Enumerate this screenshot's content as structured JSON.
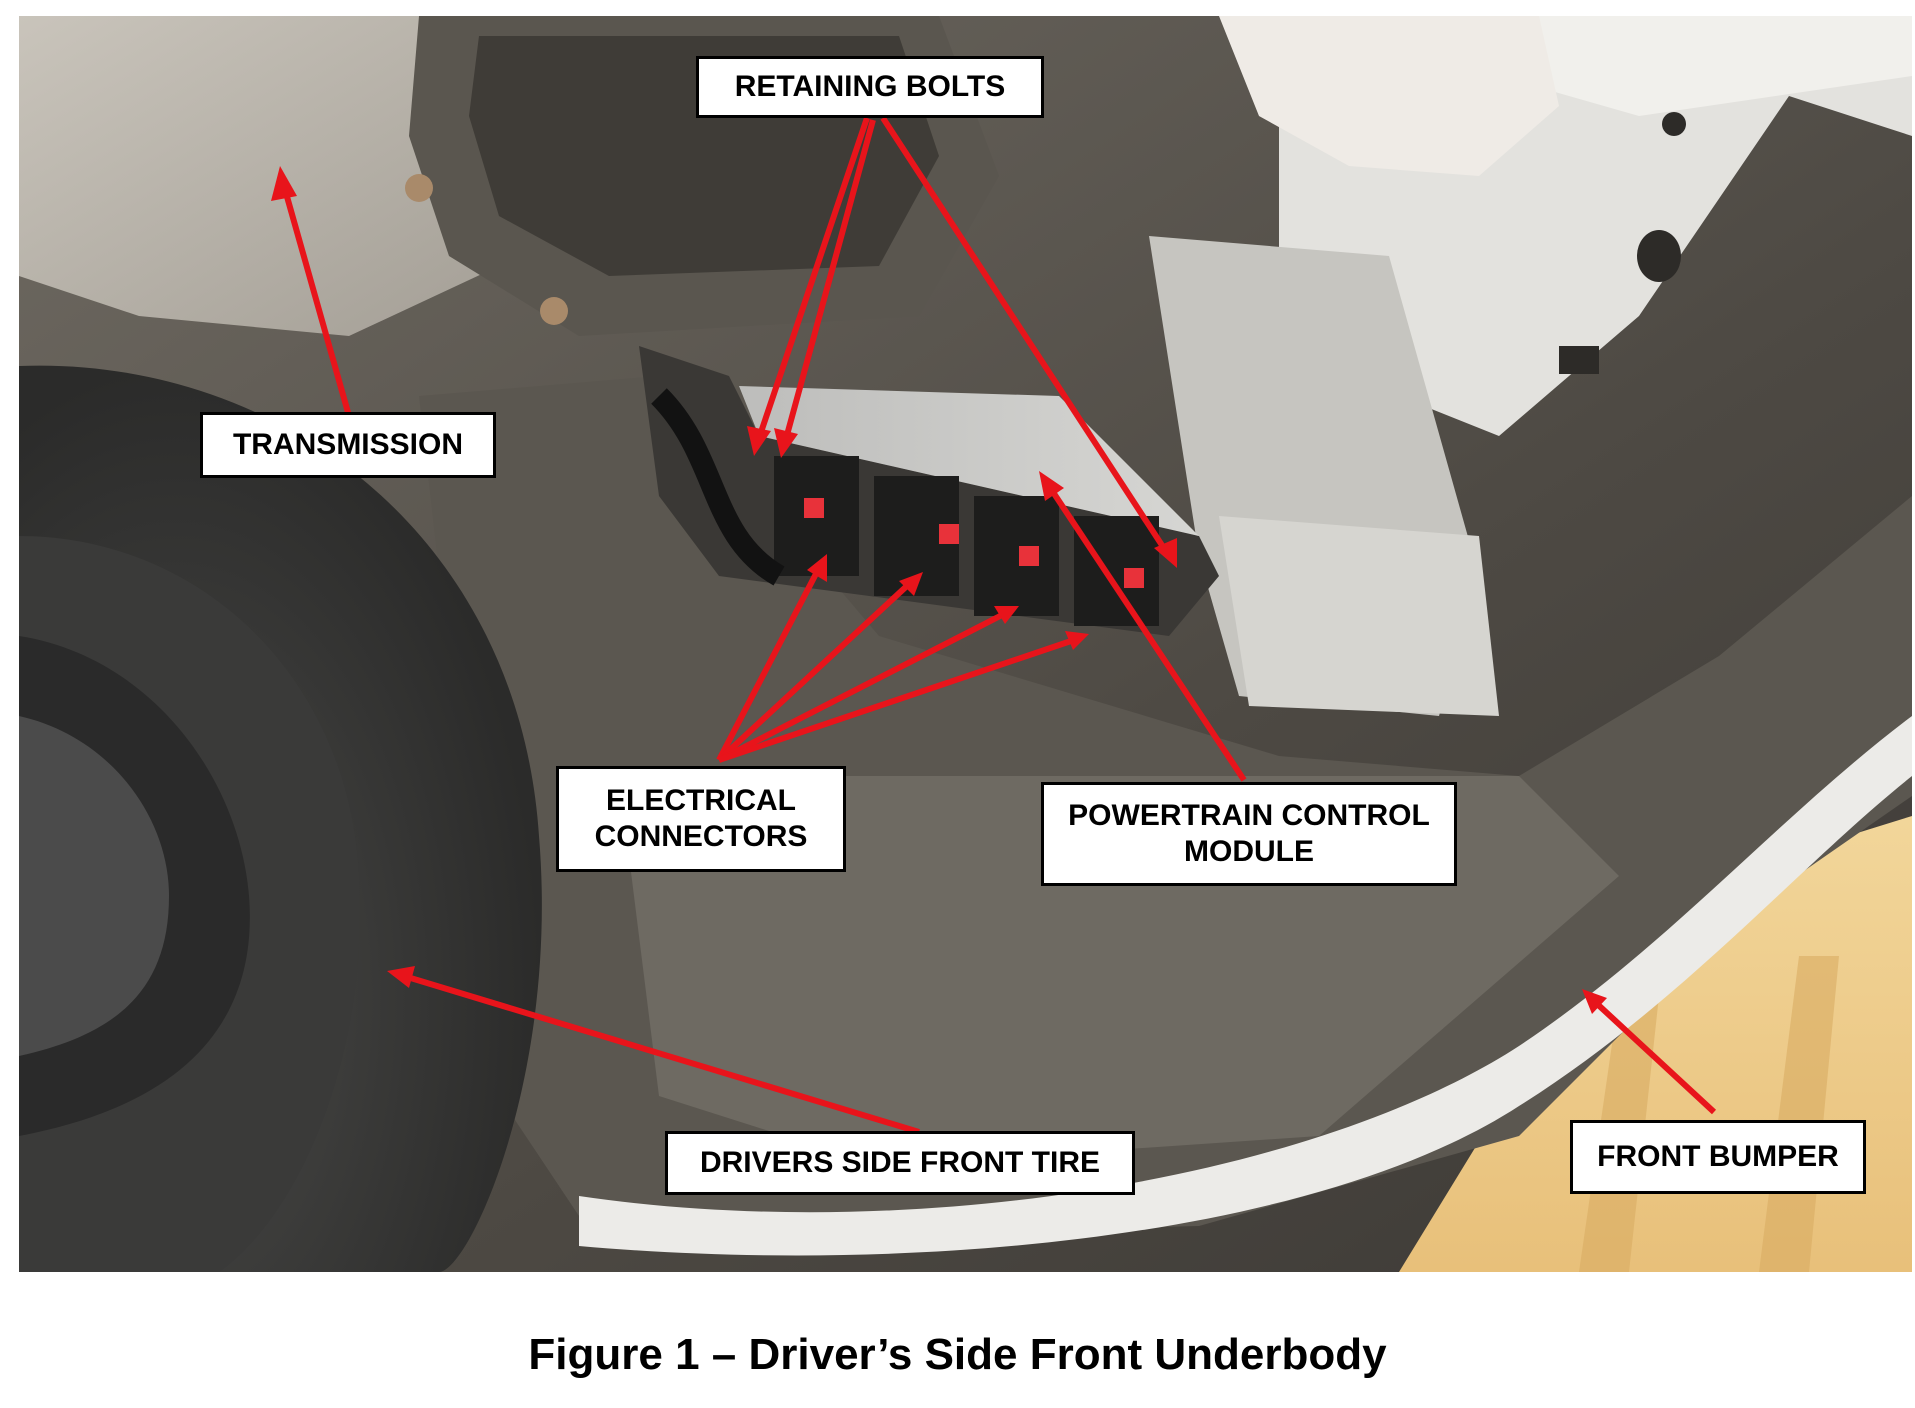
{
  "labels": {
    "retaining_bolts": "RETAINING BOLTS",
    "transmission": "TRANSMISSION",
    "electrical_connectors_line1": "ELECTRICAL",
    "electrical_connectors_line2": "CONNECTORS",
    "pcm_line1": "POWERTRAIN CONTROL",
    "pcm_line2": "MODULE",
    "drivers_side_front_tire": "DRIVERS SIDE FRONT TIRE",
    "front_bumper": "FRONT BUMPER"
  },
  "caption": "Figure 1 – Driver’s Side Front Underbody",
  "colors": {
    "arrow": "#e8141b",
    "callout_border": "#000000",
    "callout_background": "#ffffff"
  }
}
